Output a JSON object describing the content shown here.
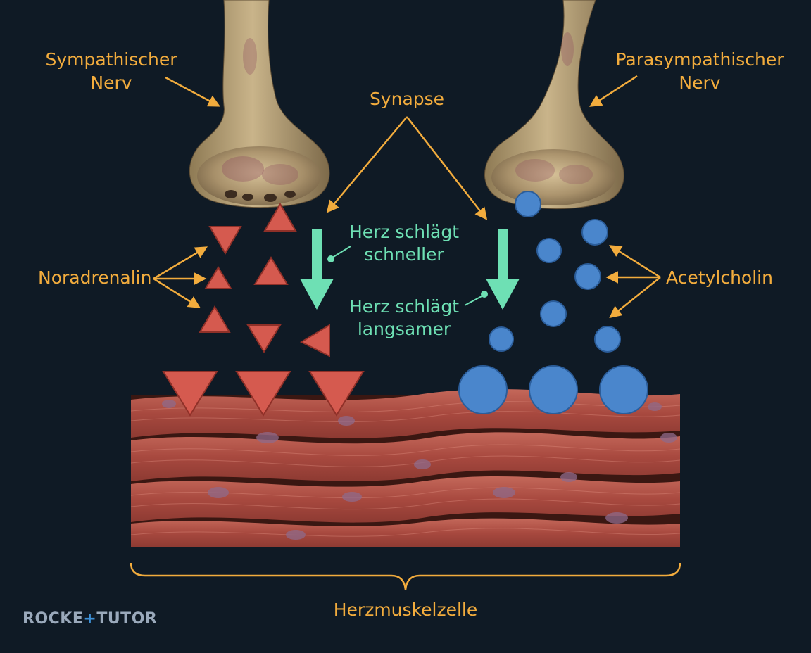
{
  "labels": {
    "sympathetic_nerve": [
      "Sympathischer",
      "Nerv"
    ],
    "parasympathetic_nerve": [
      "Parasympathischer",
      "Nerv"
    ],
    "synapse": "Synapse",
    "noradrenaline": "Noradrenalin",
    "acetylcholine": "Acetylcholin",
    "heart_muscle_cell": "Herzmuskelzelle"
  },
  "effects": {
    "faster": [
      "Herz schlägt",
      "schneller"
    ],
    "slower": [
      "Herz schlägt",
      "langsamer"
    ]
  },
  "logo": {
    "part1": "ROCKE",
    "accent": "+",
    "part2": "TUTOR"
  },
  "colors": {
    "background": "#0f1a25",
    "label": "#f2ac3d",
    "effect_text": "#6ee0b4",
    "noradrenaline": "#d55a4f",
    "acetylcholine": "#4a86cc",
    "muscle": "#b4564a"
  }
}
